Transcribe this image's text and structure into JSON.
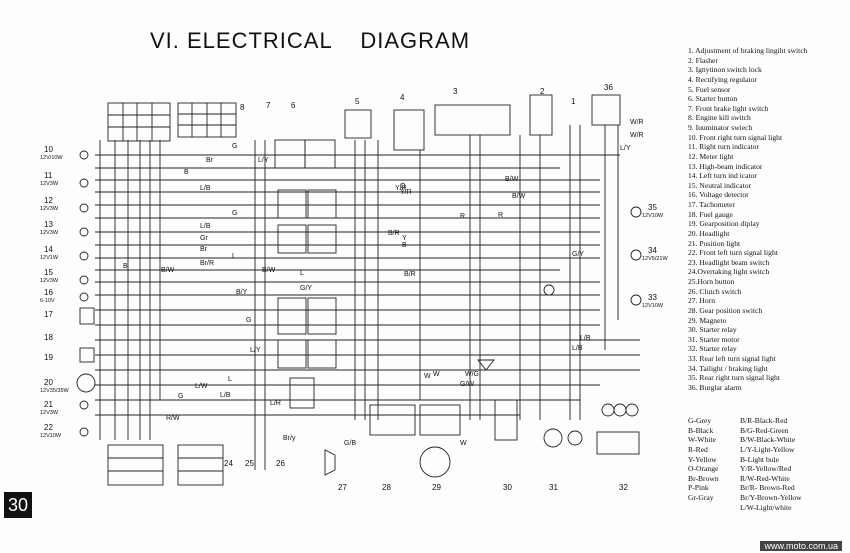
{
  "title": "VI. ELECTRICAL    DIAGRAM",
  "page_number": "30",
  "watermark": "www.moto.com.ua",
  "components": [
    "1. Adjustment of braking lingiht switch",
    "2. Flasher",
    "3. Ignytinon switch lock",
    "4. Rectifying regulator",
    "5. Fuel sensor",
    "6. Starter button",
    "7. Front brake light switch",
    "8. Engine kill switch",
    "9. Iuuminator swiech",
    "10. Front right turn signal light",
    "11. Right turn indicator",
    "12. Meter light",
    "13. High-beam indicator",
    "14. Left turn ind icator",
    "15. Neutral indicator",
    "16. Voltage detector",
    "17. Tachometer",
    "18. Fuel gauge",
    "19. Gearposition diplay",
    "20. Headlight",
    "21. Position light",
    "22. Front left turn signal light",
    "23. Headlight beam switch",
    "24.Overtaking light switch",
    "25.Horn button",
    "26. Clutch switch",
    "27. Horn",
    "28. Gear position switch",
    "29. Magneto",
    "30. Starter relay",
    "31. Starter motor",
    "32. Starter relay",
    "33. Rear left turn signal light",
    "34. Tailight / braking light",
    "35. Rear right turn signal light",
    "36. Burglar alarm"
  ],
  "color_codes": [
    [
      "G-Grey",
      "B/R-Black-Red"
    ],
    [
      "B-Black",
      "B/G-Red-Green"
    ],
    [
      "W-White",
      "B/W-Black-White"
    ],
    [
      "R-Red",
      "L/Y-Light-Yellow"
    ],
    [
      "Y-Yellow",
      "B-Light bule"
    ],
    [
      "O-Orange",
      "Y/R-Yellow/Red"
    ],
    [
      "Br-Brown",
      "R/W-Red-White"
    ],
    [
      "P-Pink",
      "Br/R- Brown-Red"
    ],
    [
      "Gr-Gray",
      "Br/Y-Brown-Yellow"
    ],
    [
      "",
      "L/W-Light/white"
    ]
  ],
  "diagram": {
    "left_numbers": [
      "10",
      "11",
      "12",
      "13",
      "14",
      "15",
      "16",
      "17",
      "18",
      "19",
      "20",
      "21",
      "22"
    ],
    "left_ratings": [
      "12V/10W",
      "12V3W",
      "12V3W",
      "12V3W",
      "12V1W",
      "12V3W",
      "6-10V",
      "",
      "",
      "",
      "12V35/35W",
      "12V3W",
      "12V10W"
    ],
    "right_numbers": [
      "35",
      "34",
      "33"
    ],
    "right_ratings": [
      "12V10W",
      "12V5/21W",
      "12V10W"
    ],
    "bottom_numbers": [
      "24",
      "25",
      "26",
      "27",
      "28",
      "29",
      "30",
      "31",
      "32"
    ],
    "top_numbers": [
      "8",
      "7",
      "6",
      "5",
      "4",
      "3",
      "2",
      "1",
      "36"
    ],
    "wire_labels": [
      "G",
      "L/Y",
      "Br",
      "B",
      "L/B",
      "Y/R",
      "G",
      "L/B",
      "Gr",
      "Br",
      "L",
      "Br/R",
      "G/Y",
      "B/Y",
      "B/R",
      "R",
      "B/W",
      "Y",
      "B/R",
      "B",
      "G",
      "L/Y",
      "L/W",
      "G",
      "L/B",
      "L/R",
      "W",
      "W/G",
      "G/W",
      "G/B",
      "W",
      "G/Y",
      "L",
      "R/W",
      "Br/y",
      "W/R",
      "L/Y",
      "B/W",
      "R",
      "O",
      "L/B",
      "W",
      "L/B",
      "B/W",
      "Y/R",
      "L",
      "B/W",
      "B",
      "W/R"
    ]
  }
}
